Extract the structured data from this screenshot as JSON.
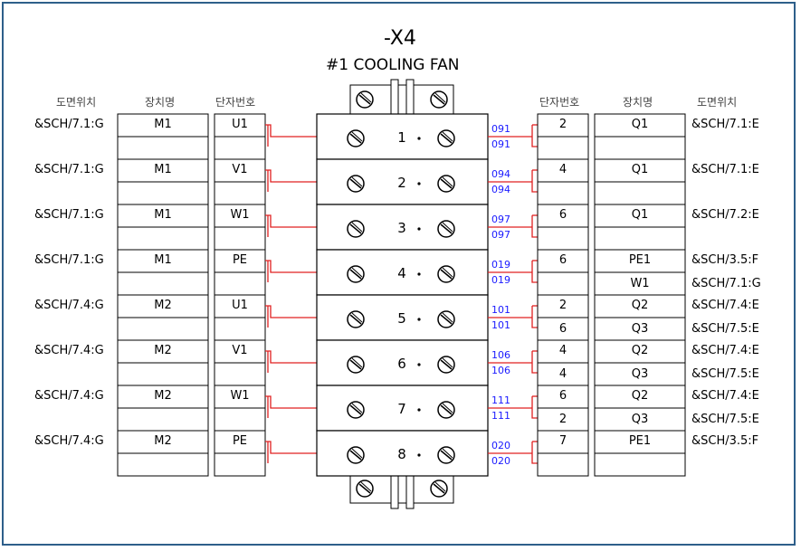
{
  "title": "-X4",
  "subtitle": "#1 COOLING FAN",
  "headers": {
    "left_location": "도면위치",
    "left_device": "장치명",
    "left_terminal": "단자번호",
    "right_terminal": "단자번호",
    "right_device": "장치명",
    "right_location": "도면위치"
  },
  "rows": [
    {
      "terminal": "1",
      "left_loc": "&SCH/7.1:G",
      "left_dev": "M1",
      "left_term": "U1",
      "wire_top": "091",
      "wire_bot": "091",
      "right": [
        {
          "term": "2",
          "dev": "Q1",
          "loc": "&SCH/7.1:E"
        }
      ]
    },
    {
      "terminal": "2",
      "left_loc": "&SCH/7.1:G",
      "left_dev": "M1",
      "left_term": "V1",
      "wire_top": "094",
      "wire_bot": "094",
      "right": [
        {
          "term": "4",
          "dev": "Q1",
          "loc": "&SCH/7.1:E"
        }
      ]
    },
    {
      "terminal": "3",
      "left_loc": "&SCH/7.1:G",
      "left_dev": "M1",
      "left_term": "W1",
      "wire_top": "097",
      "wire_bot": "097",
      "right": [
        {
          "term": "6",
          "dev": "Q1",
          "loc": "&SCH/7.2:E"
        }
      ]
    },
    {
      "terminal": "4",
      "left_loc": "&SCH/7.1:G",
      "left_dev": "M1",
      "left_term": "PE",
      "wire_top": "019",
      "wire_bot": "019",
      "right": [
        {
          "term": "6",
          "dev": "PE1",
          "loc": "&SCH/3.5:F"
        },
        {
          "term": "",
          "dev": "W1",
          "loc": "&SCH/7.1:G"
        }
      ]
    },
    {
      "terminal": "5",
      "left_loc": "&SCH/7.4:G",
      "left_dev": "M2",
      "left_term": "U1",
      "wire_top": "101",
      "wire_bot": "101",
      "right": [
        {
          "term": "2",
          "dev": "Q2",
          "loc": "&SCH/7.4:E"
        },
        {
          "term": "6",
          "dev": "Q3",
          "loc": "&SCH/7.5:E"
        }
      ]
    },
    {
      "terminal": "6",
      "left_loc": "&SCH/7.4:G",
      "left_dev": "M2",
      "left_term": "V1",
      "wire_top": "106",
      "wire_bot": "106",
      "right": [
        {
          "term": "4",
          "dev": "Q2",
          "loc": "&SCH/7.4:E"
        },
        {
          "term": "4",
          "dev": "Q3",
          "loc": "&SCH/7.5:E"
        }
      ]
    },
    {
      "terminal": "7",
      "left_loc": "&SCH/7.4:G",
      "left_dev": "M2",
      "left_term": "W1",
      "wire_top": "111",
      "wire_bot": "111",
      "right": [
        {
          "term": "6",
          "dev": "Q2",
          "loc": "&SCH/7.4:E"
        },
        {
          "term": "2",
          "dev": "Q3",
          "loc": "&SCH/7.5:E"
        }
      ]
    },
    {
      "terminal": "8",
      "left_loc": "&SCH/7.4:G",
      "left_dev": "M2",
      "left_term": "PE",
      "wire_top": "020",
      "wire_bot": "020",
      "right": [
        {
          "term": "7",
          "dev": "PE1",
          "loc": "&SCH/3.5:F"
        }
      ]
    }
  ],
  "colors": {
    "wire": "#e02020",
    "number": "#1a1aff",
    "frame": "#2e5f8a",
    "line": "#000000"
  }
}
